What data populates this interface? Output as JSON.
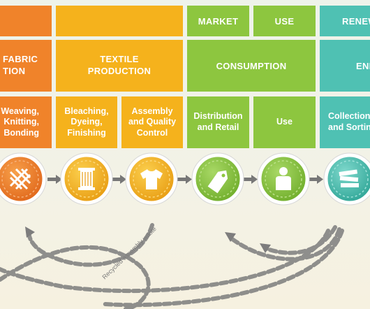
{
  "colors": {
    "orange": "#f0832a",
    "amber": "#f5b21c",
    "green": "#8dc63f",
    "teal": "#4fc1b3"
  },
  "top_row": {
    "market": "MARKET",
    "use": "USE",
    "renew": "RENEW"
  },
  "stage_row": {
    "fabric_line1": "FABRIC",
    "fabric_line2": "TION",
    "textile_line1": "TEXTILE",
    "textile_line2": "PRODUCTION",
    "consumption": "CONSUMPTION",
    "end_partial": "END"
  },
  "step_row": {
    "weaving": "Weaving,",
    "knitting": "Knitting,",
    "bonding": "Bonding",
    "bleaching": "Bleaching,",
    "dyeing": "Dyeing,",
    "finishing": "Finishing",
    "assembly": "Assembly",
    "quality": "and Quality",
    "control": "Control",
    "distribution": "Distribution",
    "retail": "and Retail",
    "use": "Use",
    "collection": "Collection",
    "sorting": "and Sorting"
  },
  "icons": [
    "woven-fabric-icon",
    "dyed-thread-spool-icon",
    "t-shirt-icon",
    "price-tag-icon",
    "person-icon",
    "stacked-clothes-icon"
  ],
  "flow_label": "Recycled assembly waste"
}
